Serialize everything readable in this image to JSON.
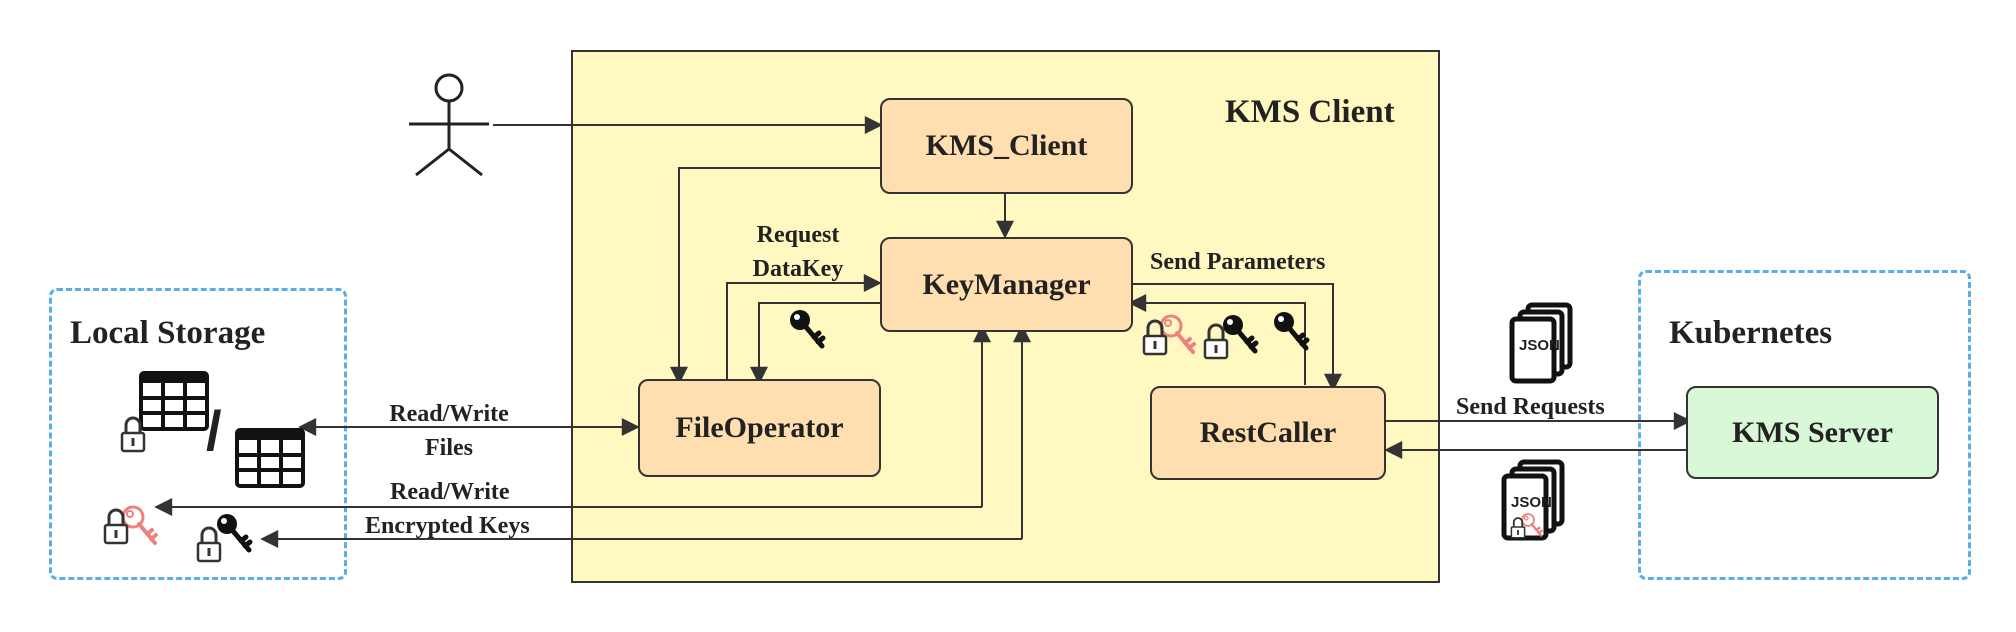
{
  "regions": {
    "kms_client": "KMS Client",
    "local_storage": "Local Storage",
    "kubernetes": "Kubernetes"
  },
  "components": {
    "kms_client": "KMS_Client",
    "key_manager": "KeyManager",
    "file_operator": "FileOperator",
    "rest_caller": "RestCaller",
    "kms_server": "KMS Server"
  },
  "edges": {
    "request_datakey_1": "Request",
    "request_datakey_2": "DataKey",
    "send_parameters": "Send Parameters",
    "read_write_files_1": "Read/Write",
    "read_write_files_2": "Files",
    "read_write_keys_1": "Read/Write",
    "read_write_keys_2": "Encrypted Keys",
    "send_requests": "Send Requests"
  },
  "icons": {
    "json_label": "JSON"
  },
  "colors": {
    "kms_client_region": "#fff8c0",
    "component": "#ffdfb0",
    "server": "#d8f8d8",
    "dashed_border": "#5aaee8",
    "encrypted_key": "#f08080"
  }
}
